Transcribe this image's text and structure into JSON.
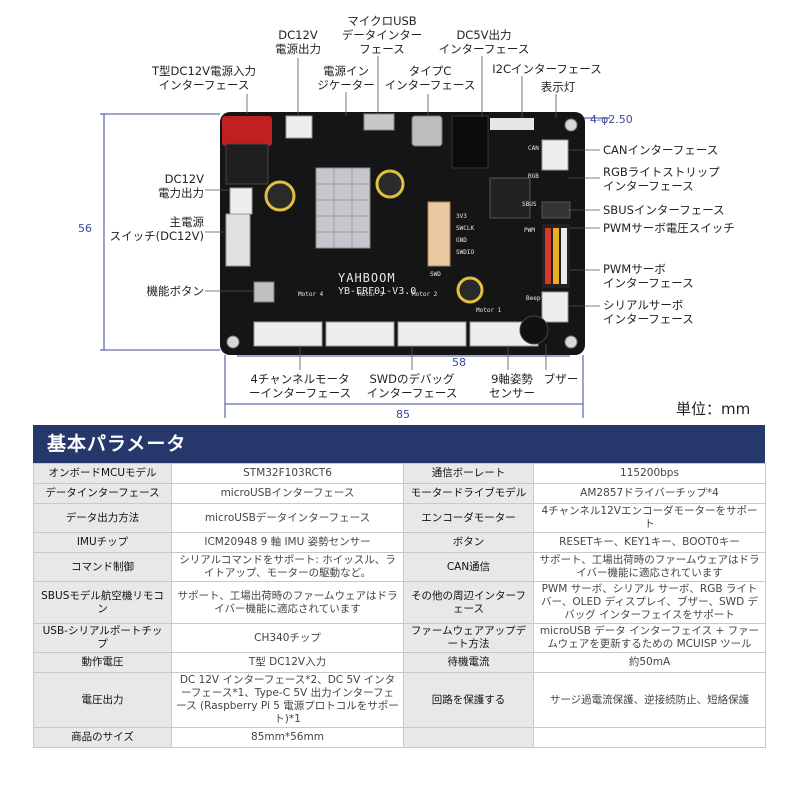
{
  "labels": {
    "dc12v_out_top": [
      "DC12V",
      "電源出力"
    ],
    "micro_usb": [
      "マイクロUSB",
      "データインター",
      "フェース"
    ],
    "dc5v_out": [
      "DC5V出力",
      "インターフェース"
    ],
    "t_dc12v_in": [
      "T型DC12V電源入力",
      "インターフェース"
    ],
    "power_ind": [
      "電源イン",
      "ジケーター"
    ],
    "type_c": [
      "タイプC",
      "インターフェース"
    ],
    "i2c": [
      "I2Cインターフェース"
    ],
    "indicator": [
      "表示灯"
    ],
    "hole": "4-φ2.50",
    "can": [
      "CANインターフェース"
    ],
    "rgb": [
      "RGBライトストリップ",
      "インターフェース"
    ],
    "sbus": [
      "SBUSインターフェース"
    ],
    "pwm_switch": [
      "PWMサーボ電圧スイッチ"
    ],
    "pwm_servo": [
      "PWMサーボ",
      "インターフェース"
    ],
    "serial_servo": [
      "シリアルサーボ",
      "インターフェース"
    ],
    "dc12v_out_left": [
      "DC12V",
      "電力出力"
    ],
    "main_switch": [
      "主電源",
      "スイッチ(DC12V)"
    ],
    "func_button": [
      "機能ボタン"
    ],
    "motor_if": [
      "4チャンネルモータ",
      "ーインターフェース"
    ],
    "swd": [
      "SWDのデバッグ",
      "インターフェース"
    ],
    "imu9": [
      "9軸姿勢",
      "センサー"
    ],
    "buzzer": [
      "ブザー"
    ]
  },
  "dims": {
    "height": "56",
    "inner": "58",
    "width": "85"
  },
  "unit": "単位：mm",
  "board": {
    "brand": "YAHBOOM",
    "model": "YB-ERF01-V3.0",
    "silk": [
      "Motor 4",
      "Motor 3",
      "Motor 2",
      "Motor 1",
      "SWCLK",
      "SWDIO",
      "GND",
      "3V3",
      "Beep",
      "SWD",
      "CAN",
      "RGB",
      "SBUS",
      "PWM"
    ]
  },
  "params": {
    "title": "基本パラメータ",
    "rows": [
      [
        "オンボードMCUモデル",
        "STM32F103RCT6",
        "通信ボーレート",
        "115200bps"
      ],
      [
        "データインターフェース",
        "microUSBインターフェース",
        "モータードライブモデル",
        "AM2857ドライバーチップ*4"
      ],
      [
        "データ出力方法",
        "microUSBデータインターフェース",
        "エンコーダモーター",
        "4チャンネル12Vエンコーダモーターをサポート"
      ],
      [
        "IMUチップ",
        "ICM20948 9 軸 IMU 姿勢センサー",
        "ボタン",
        "RESETキー、KEY1キー、BOOT0キー"
      ],
      [
        "コマンド制御",
        "シリアルコマンドをサポート: ホイッスル、ライトアップ、モーターの駆動など。",
        "CAN通信",
        "サポート、工場出荷時のファームウェアはドライバー機能に適応されています"
      ],
      [
        "SBUSモデル航空機リモコン",
        "サポート、工場出荷時のファームウェアはドライバー機能に適応されています",
        "その他の周辺インターフェース",
        "PWM サーボ、シリアル サーボ、RGB ライト バー、OLED ディスプレイ、ブザー、SWD デバッグ インターフェイスをサポート"
      ],
      [
        "USB-シリアルポートチップ",
        "CH340チップ",
        "ファームウェアアップデート方法",
        "microUSB データ インターフェイス + ファームウェアを更新するための MCUISP ツール"
      ],
      [
        "動作電圧",
        "T型 DC12V入力",
        "待機電流",
        "約50mA"
      ],
      [
        "電圧出力",
        "DC 12V インターフェース*2、DC 5V インターフェース*1、Type-C 5V 出力インターフェース (Raspberry Pi 5 電源プロトコルをサポート)*1",
        "回路を保護する",
        "サージ過電流保護、逆接続防止、短絡保護"
      ],
      [
        "商品のサイズ",
        "85mm*56mm",
        "",
        ""
      ]
    ]
  }
}
